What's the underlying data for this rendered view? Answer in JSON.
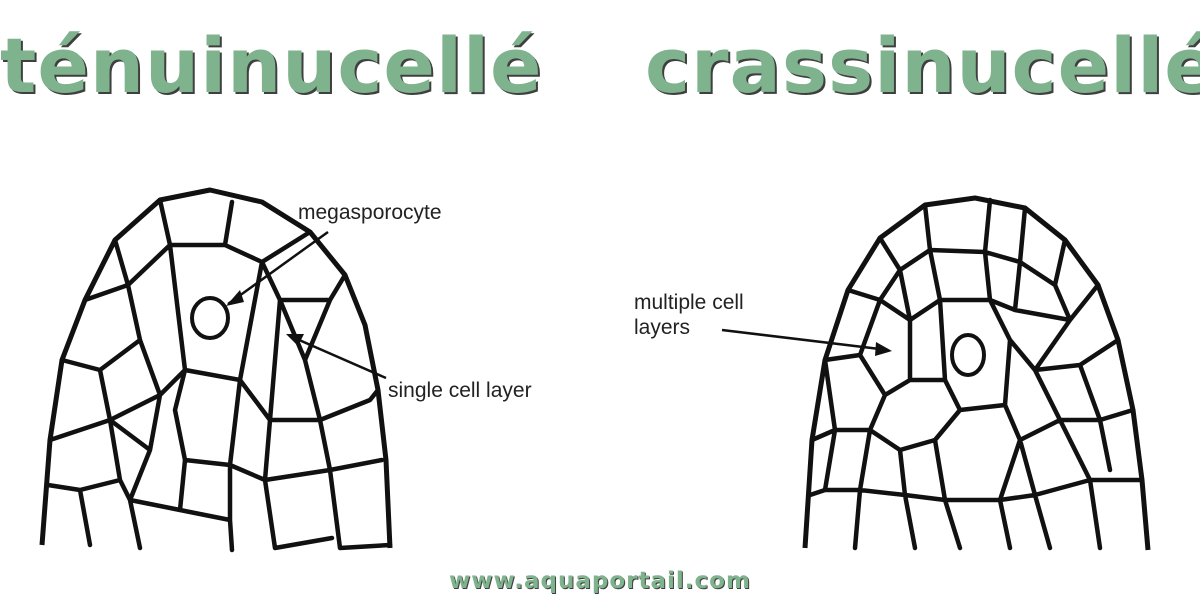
{
  "titles": {
    "left": "ténuinucellé",
    "right": "crassinucellé"
  },
  "labels": {
    "megasporocyte": "megasporocyte",
    "single_cell_layer": "single cell layer",
    "multiple_cell_layers_line1": "multiple cell",
    "multiple_cell_layers_line2": "layers"
  },
  "watermark": "www.aquaportail.com",
  "colors": {
    "title_green": "#7fb38d",
    "ink": "#111111"
  }
}
